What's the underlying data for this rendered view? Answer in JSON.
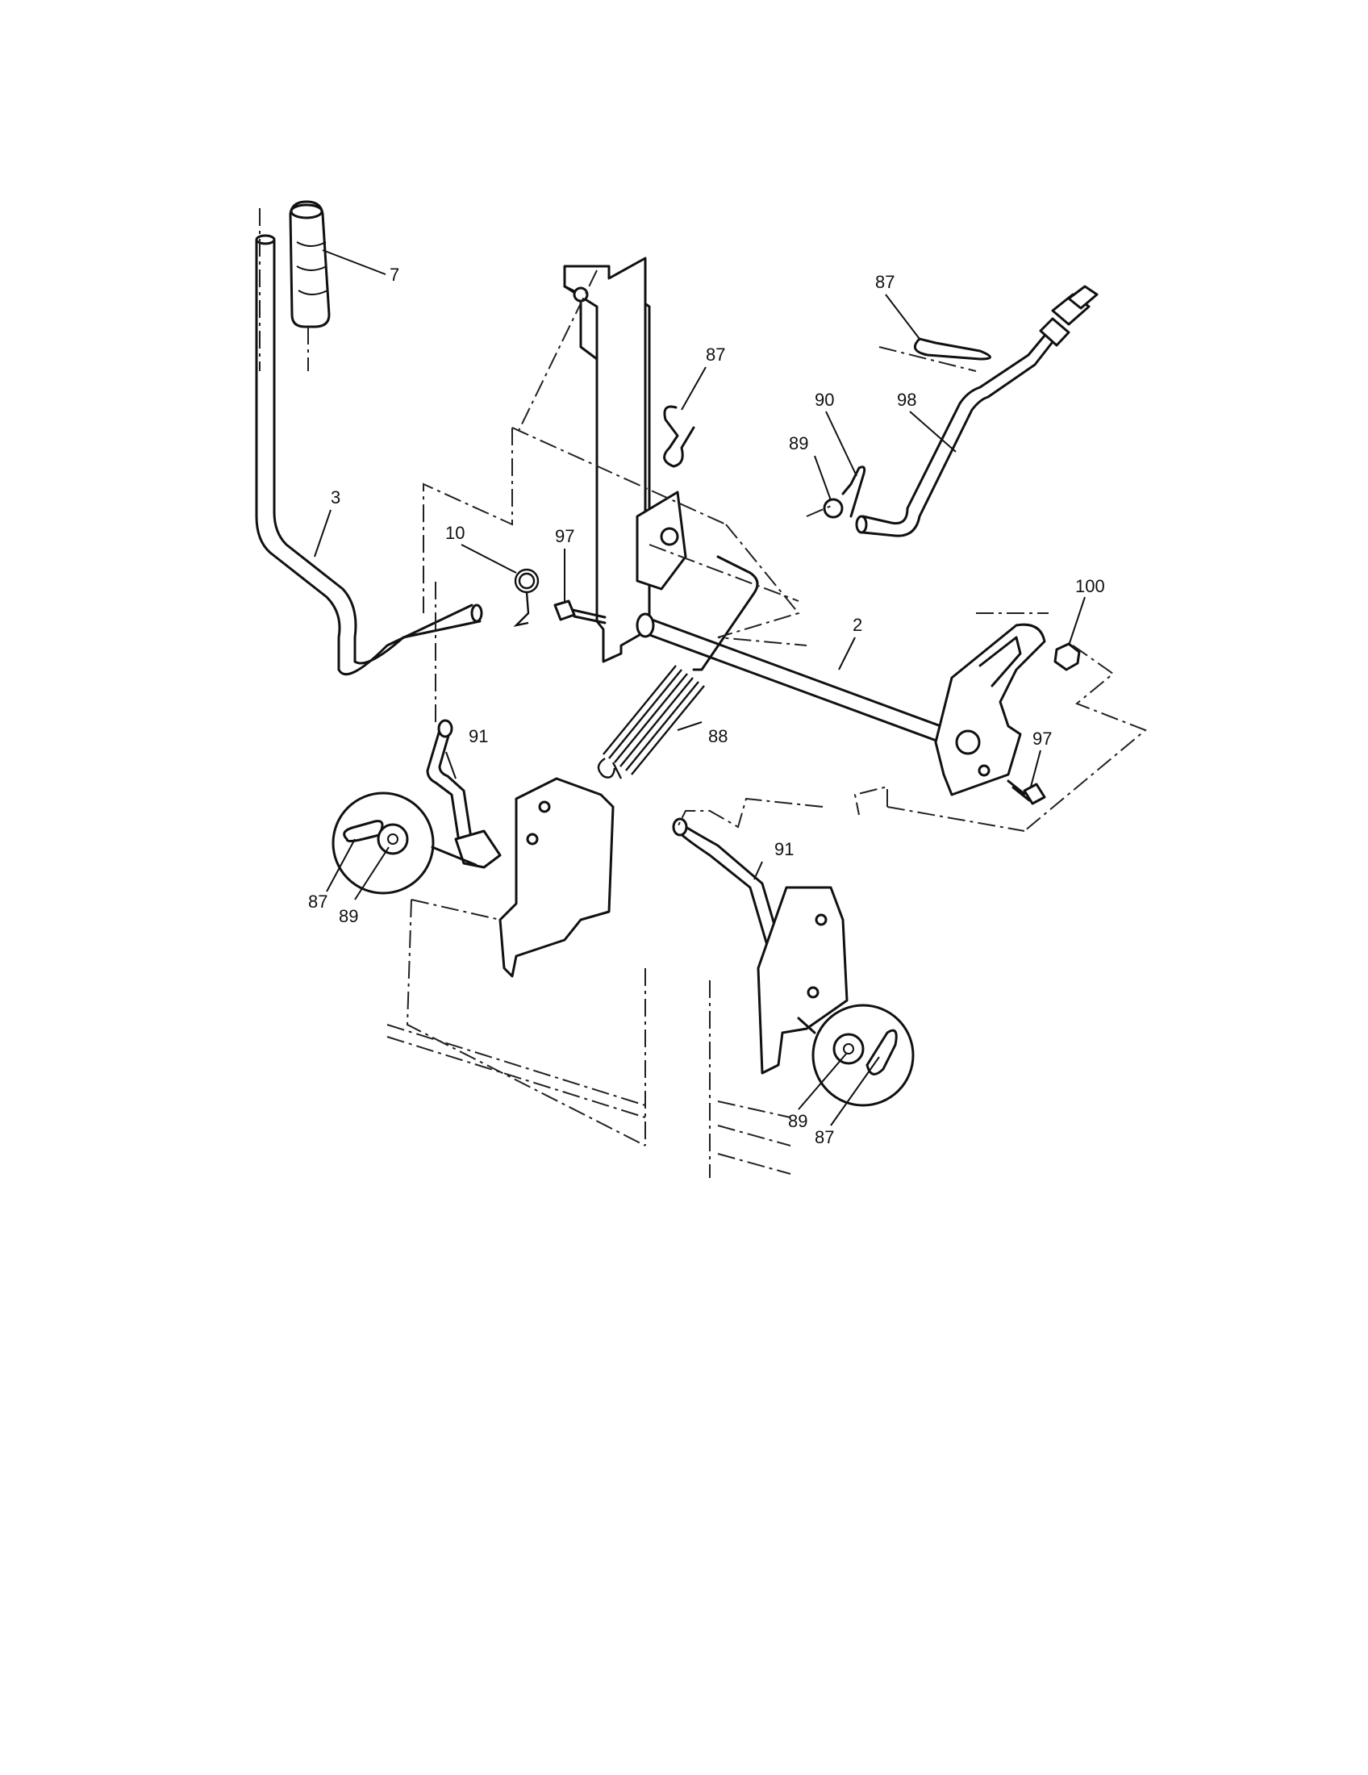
{
  "callouts": {
    "c7": "7",
    "c87_top_right": "87",
    "c87_center": "87",
    "c90": "90",
    "c98": "98",
    "c89_top": "89",
    "c3": "3",
    "c10": "10",
    "c97_left": "97",
    "c100": "100",
    "c2": "2",
    "c88": "88",
    "c97_right": "97",
    "c91_left": "91",
    "c91_right": "91",
    "c87_left_detail": "87",
    "c89_left_detail": "89",
    "c89_right_detail": "89",
    "c87_right_detail": "87"
  }
}
